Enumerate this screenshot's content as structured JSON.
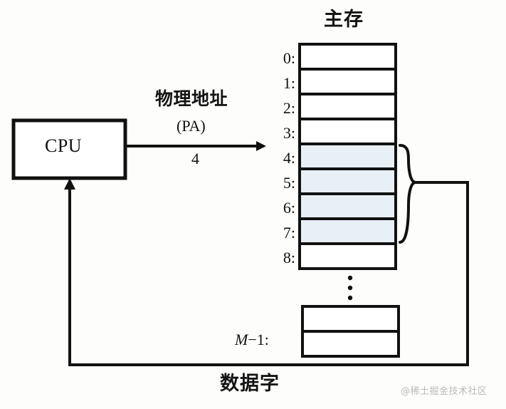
{
  "diagram": {
    "title_memory": "主存",
    "cpu_label": "CPU",
    "address_label_cn": "物理地址",
    "address_label_paren": "(PA)",
    "address_value": "4",
    "data_word_label": "数据字",
    "watermark": "@稀土掘金技术社区",
    "last_row_label": "M − 1:",
    "ellipsis": "⋮",
    "colors": {
      "background": "#fdfdfb",
      "stroke": "#111111",
      "cell_fill": "#ffffff",
      "highlight_fill": "#e8f0f6",
      "watermark": "#b9b9b9"
    },
    "memory_rows": [
      {
        "label": "0:",
        "highlighted": false
      },
      {
        "label": "1:",
        "highlighted": false
      },
      {
        "label": "2:",
        "highlighted": false
      },
      {
        "label": "3:",
        "highlighted": false
      },
      {
        "label": "4:",
        "highlighted": true
      },
      {
        "label": "5:",
        "highlighted": true
      },
      {
        "label": "6:",
        "highlighted": true
      },
      {
        "label": "7:",
        "highlighted": true
      },
      {
        "label": "8:",
        "highlighted": false
      }
    ],
    "tail_rows": 2,
    "brace_spans_rows": "4-7"
  }
}
